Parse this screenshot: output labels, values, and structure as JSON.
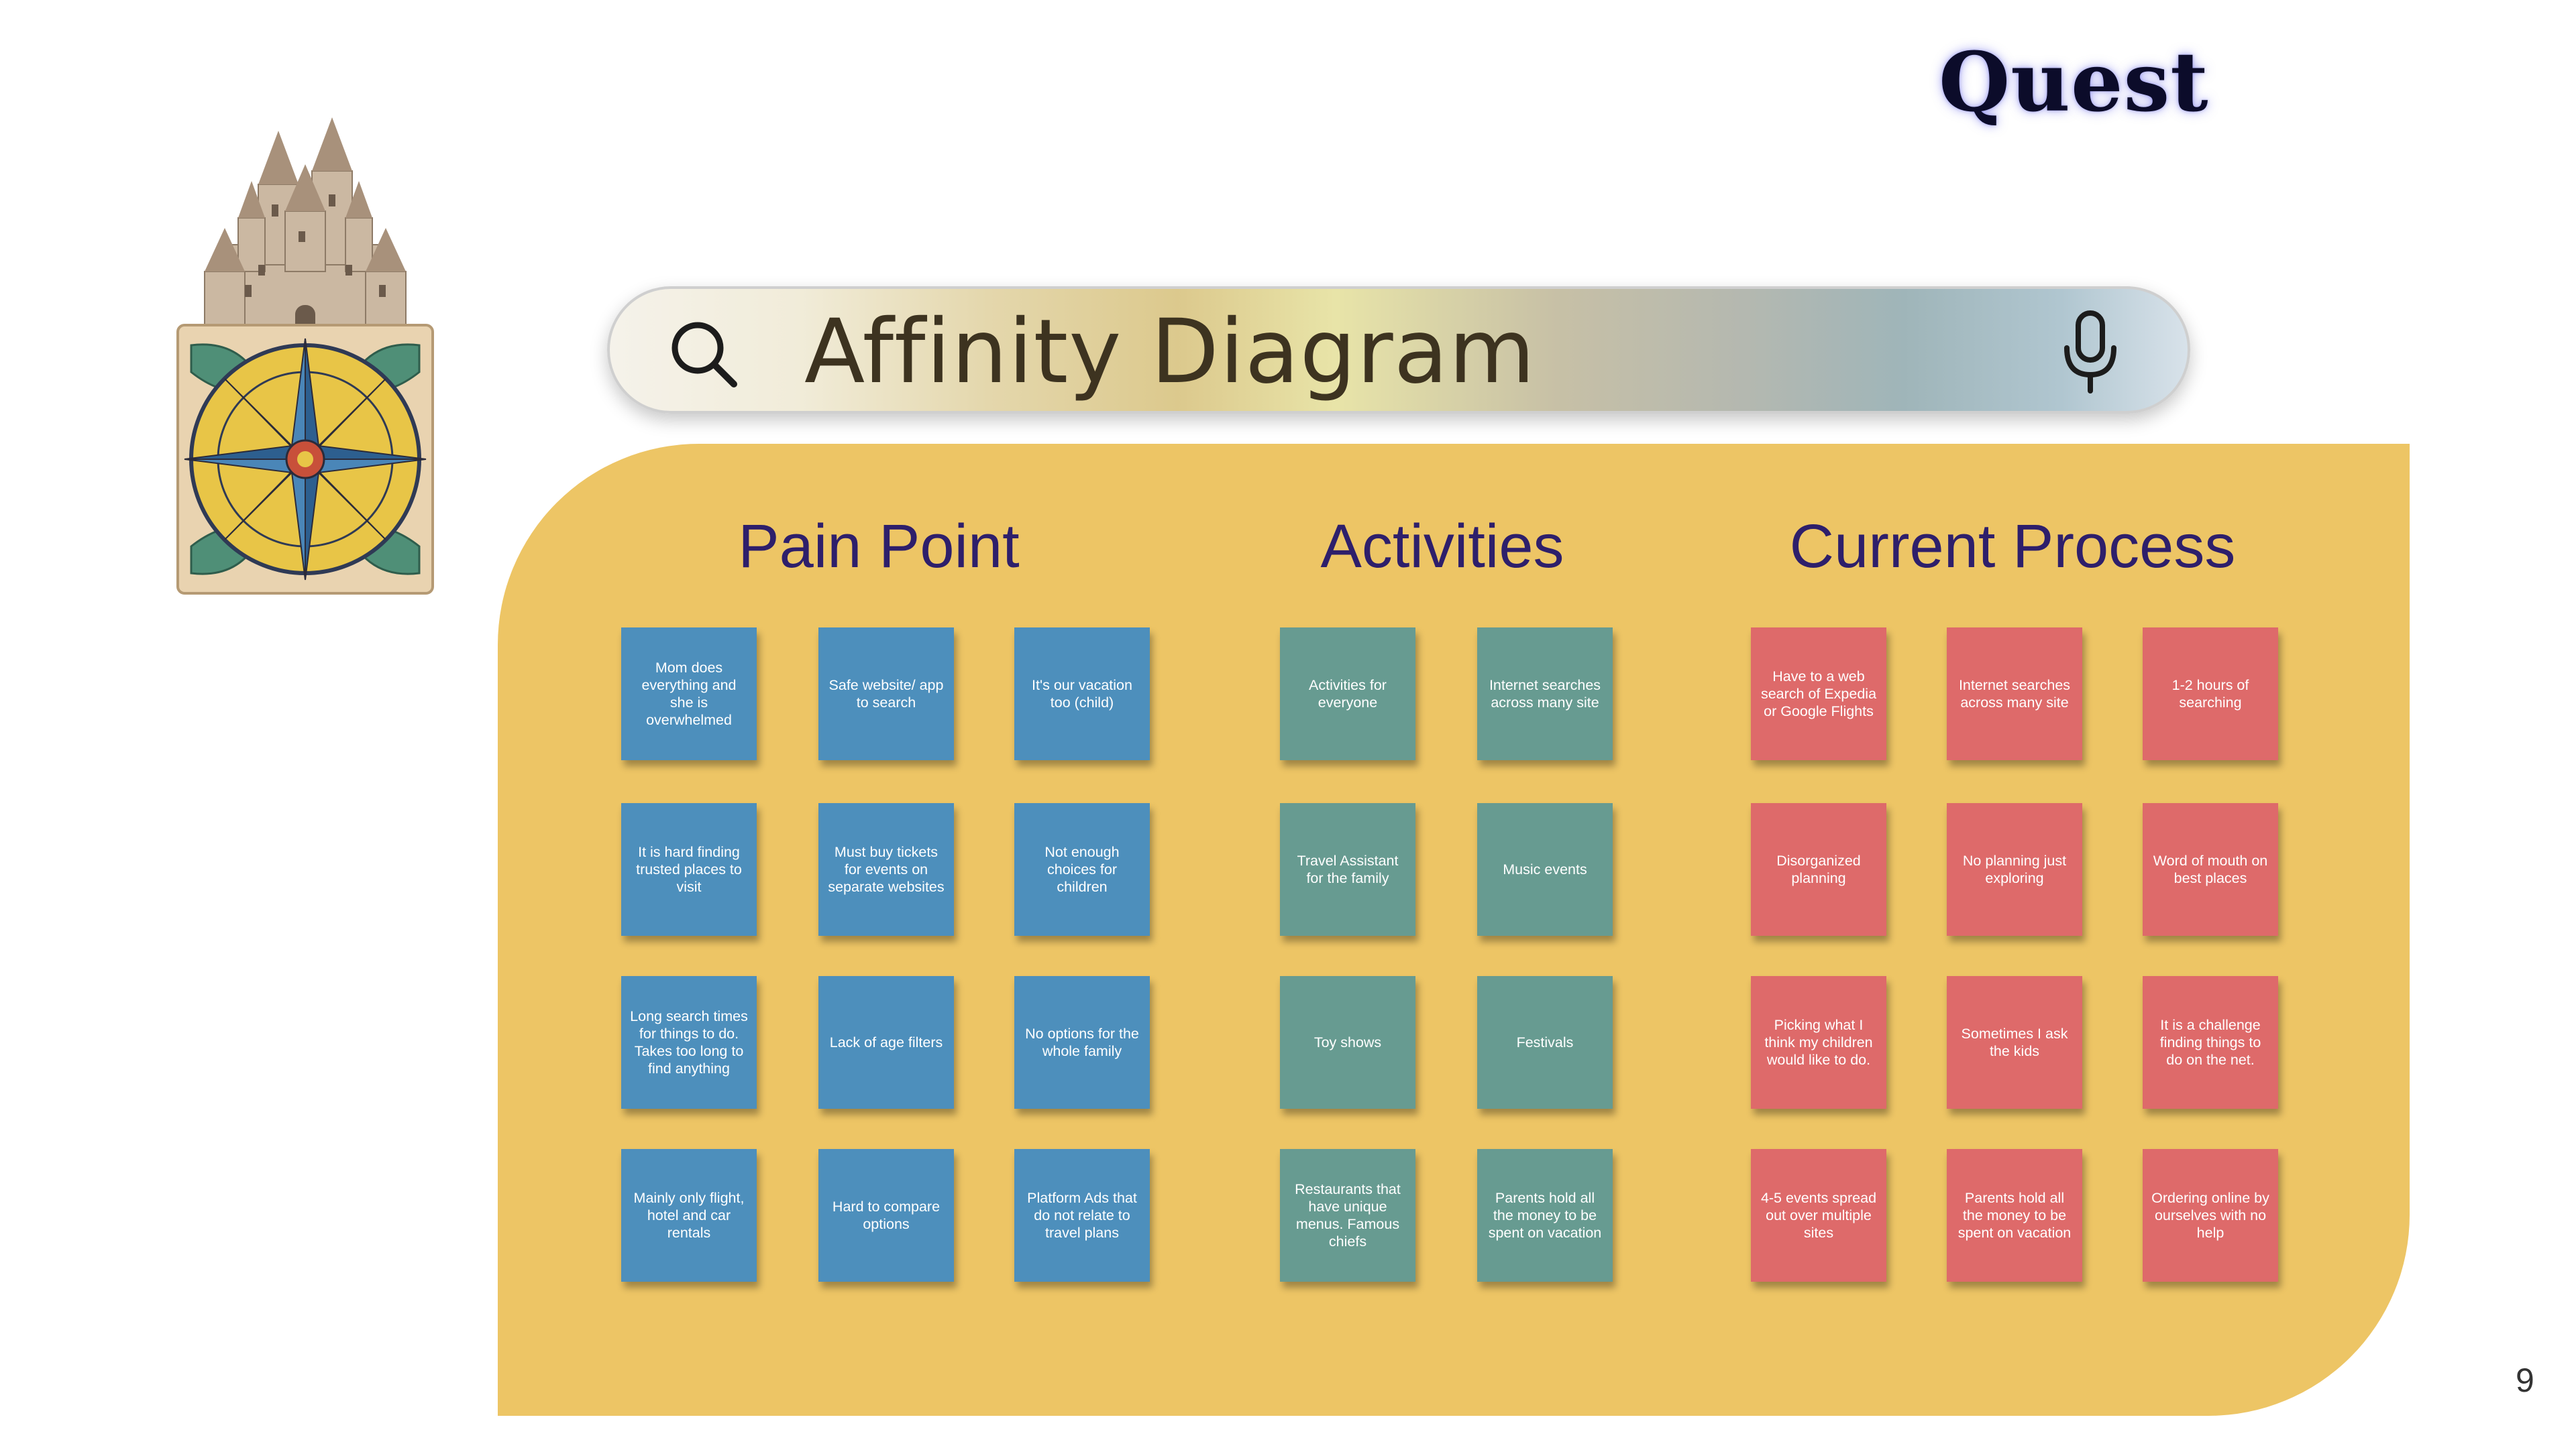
{
  "brand": {
    "name": "Quest"
  },
  "search": {
    "title": "Affinity Diagram"
  },
  "columns": [
    {
      "title": "Pain Point",
      "color": "#4d8fbc",
      "notes": [
        "Mom does everything and she is overwhelmed",
        "Safe website/ app to search",
        "It's our vacation too (child)",
        "It is hard finding trusted places to visit",
        "Must buy tickets for events on separate websites",
        "Not enough choices for children",
        "Long search times for things to do. Takes too long to find anything",
        "Lack of age filters",
        "No options for the whole family",
        "Mainly only flight, hotel and car rentals",
        "Hard to compare options",
        "Platform Ads that do not relate to travel plans"
      ]
    },
    {
      "title": "Activities",
      "color": "#679b91",
      "notes": [
        "Activities for everyone",
        "Internet searches across many site",
        "Travel Assistant for the family",
        "Music events",
        "Toy shows",
        "Festivals",
        "Restaurants that have unique menus. Famous chiefs",
        "Parents hold all the money to be spent on vacation"
      ]
    },
    {
      "title": "Current Process",
      "color": "#de6a6a",
      "notes": [
        "Have to a web search of Expedia or Google Flights",
        "Internet searches across many site",
        "1-2 hours of searching",
        "Disorganized planning",
        "No planning just exploring",
        "Word of mouth on best places",
        "Picking what I think my children would like to do.",
        "Sometimes I ask the kids",
        "It is a challenge finding things to do on the net.",
        "4-5 events spread out over multiple sites",
        "Parents hold all the money to be spent on vacation",
        "Ordering online by ourselves with no help"
      ]
    }
  ],
  "page": {
    "number": "9"
  }
}
